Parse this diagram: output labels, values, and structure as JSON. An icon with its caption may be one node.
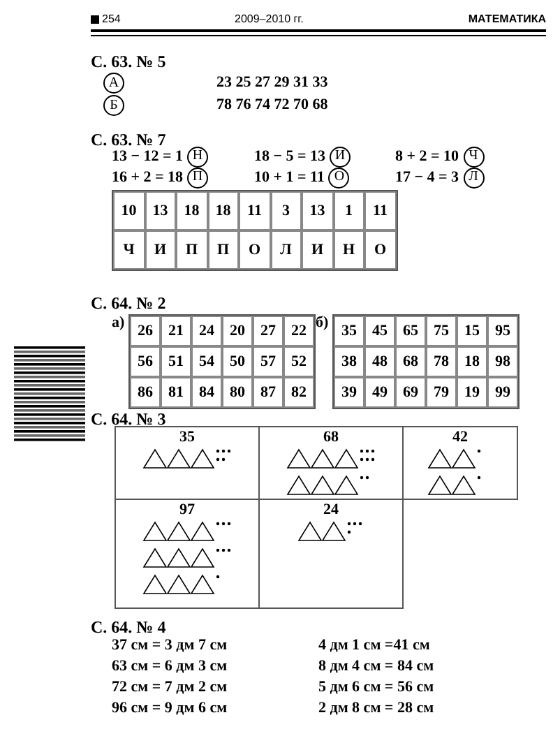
{
  "diagram": {
    "nodes": [
      {
        "text": [
          "А"
        ]
      },
      {
        "text": [
          "Б"
        ]
      },
      {
        "text": [
          "Н"
        ]
      },
      {
        "text": [
          "И"
        ]
      },
      {
        "text": [
          "Ч"
        ]
      },
      {
        "text": [
          "П"
        ]
      },
      {
        "text": [
          "О"
        ]
      },
      {
        "text": [
          "Л"
        ]
      },
      {
        "text": [
          "35"
        ]
      },
      {
        "text": [
          "68"
        ]
      },
      {
        "text": [
          "42"
        ]
      },
      {
        "text": [
          "97"
        ]
      },
      {
        "text": [
          "24"
        ]
      }
    ],
    "labels": [
      "254",
      "2009–2010 гг.",
      "МАТЕМАТИКА",
      "С. 63. № 5",
      "23 25 27 29 31 33",
      "78 76 74 72 70 68",
      "С. 63. № 7",
      "13 − 12 = 1",
      "18 − 5 = 13",
      "8 + 2 = 10",
      "16 + 2 = 18",
      "10 + 1 = 11",
      "17 − 4 = 3",
      "10",
      "13",
      "18",
      "18",
      "11",
      "3",
      "13",
      "1",
      "11",
      "Ч",
      "И",
      "П",
      "П",
      "О",
      "Л",
      "И",
      "Н",
      "О",
      "С. 64. № 2",
      "а)",
      "26",
      "21",
      "24",
      "20",
      "27",
      "22",
      "56",
      "51",
      "54",
      "50",
      "57",
      "52",
      "86",
      "81",
      "84",
      "80",
      "87",
      "82",
      "б)",
      "35",
      "45",
      "65",
      "75",
      "15",
      "95",
      "38",
      "48",
      "68",
      "78",
      "18",
      "98",
      "39",
      "49",
      "69",
      "79",
      "19",
      "99",
      "С. 64. № 3",
      "С. 64. № 4",
      "37 см = 3 дм 7 см",
      "4 дм 1 см =41 см",
      "63 см = 6 дм 3 см",
      "8 дм 4 см = 84 см",
      "72 см = 7 дм 2 см",
      "5 дм 6 см = 56 см",
      "96 см = 9 дм 6 см",
      "2 дм 8 см = 28 см"
    ]
  }
}
